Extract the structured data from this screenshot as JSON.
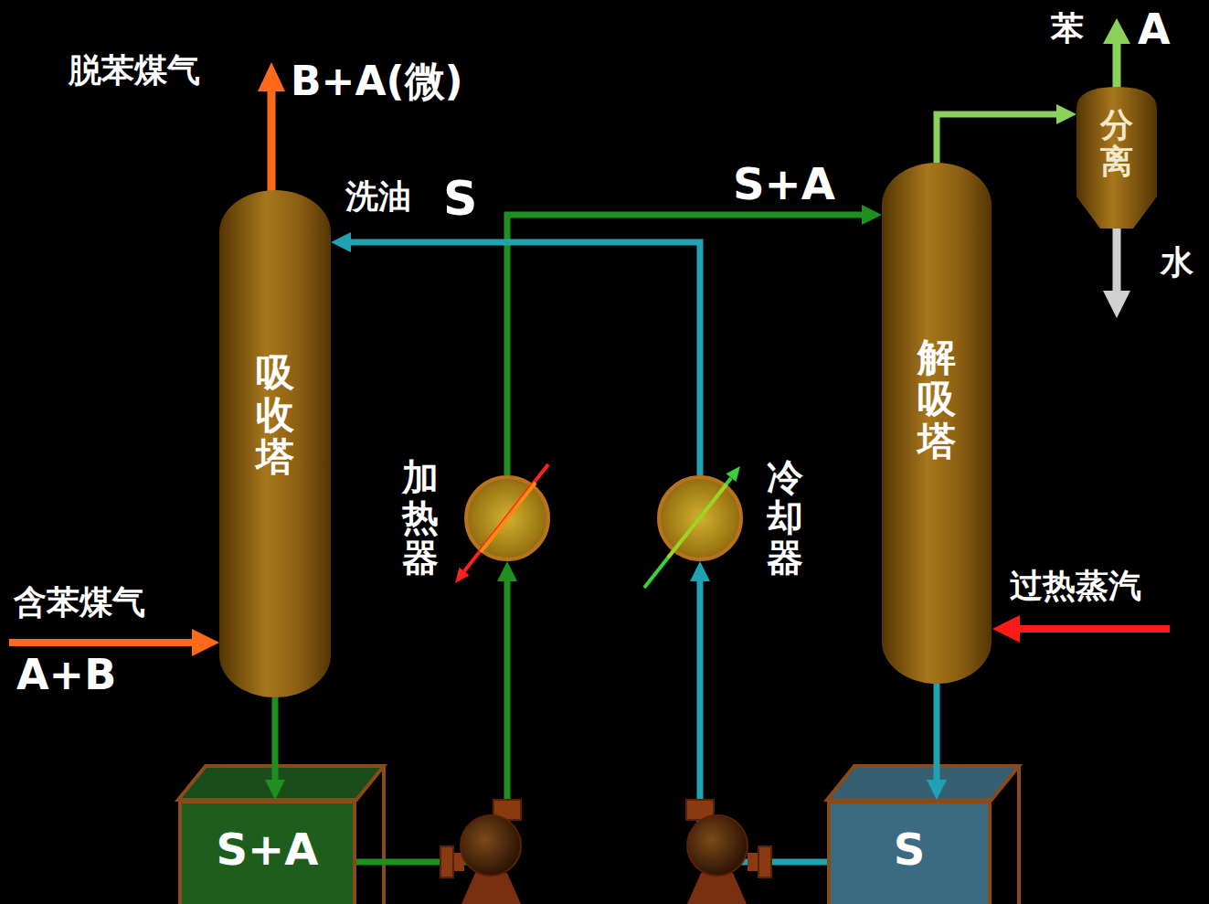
{
  "diagram": {
    "nodes": [
      {
        "text": [
          "吸收塔"
        ]
      },
      {
        "text": [
          "加热器"
        ]
      },
      {
        "text": [
          "冷却器"
        ]
      },
      {
        "text": [
          "解吸塔"
        ]
      },
      {
        "text": [
          "分离"
        ]
      },
      {
        "text": [
          "S+A"
        ]
      },
      {
        "text": [
          "S"
        ]
      }
    ],
    "edges": [
      {
        "from": 0,
        "to": 5,
        "arrow": "to"
      },
      {
        "from": 5,
        "to": 1,
        "arrow": "to"
      },
      {
        "from": 1,
        "to": 3,
        "label": "S+A",
        "arrow": "to"
      },
      {
        "from": 3,
        "to": 4,
        "arrow": "to"
      },
      {
        "from": 3,
        "to": 6,
        "arrow": "to"
      },
      {
        "from": 6,
        "to": 2,
        "arrow": "to"
      },
      {
        "from": 2,
        "to": 0,
        "arrow": "to"
      }
    ],
    "labels": [
      "脱苯煤气",
      "B+A(微)",
      "洗油",
      "S",
      "苯",
      "A",
      "水",
      "含苯煤气",
      "A+B",
      "过热蒸汽"
    ]
  }
}
